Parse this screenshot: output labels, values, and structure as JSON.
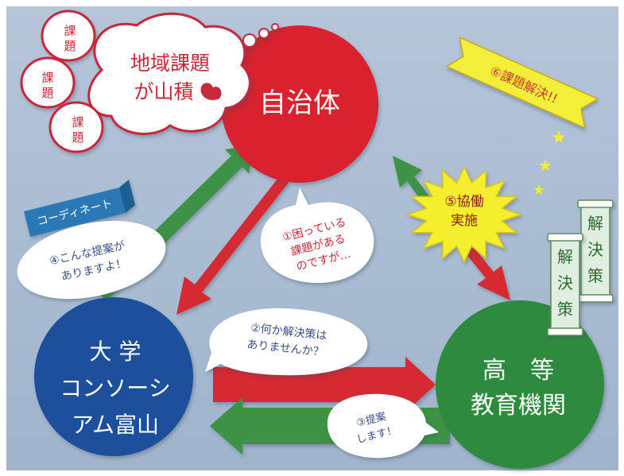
{
  "nodes": {
    "municipality": {
      "label": "自治体",
      "color": "#d9232d"
    },
    "consortium": {
      "lines": [
        "大 学",
        "コンソーシ",
        "アム富山"
      ],
      "color": "#1d4f9c"
    },
    "institutions": {
      "lines": [
        "高　等",
        "教育機関"
      ],
      "color": "#2e8b3e"
    }
  },
  "thought_cloud": {
    "main": [
      "地域課題",
      "が山積"
    ],
    "small_issue": [
      "課",
      "題"
    ]
  },
  "coordinate_flag": "コーディネート",
  "steps": {
    "step1": [
      "①困っている",
      "課題がある",
      "のですが…"
    ],
    "step2": [
      "②何か解決策は",
      "ありませんか？"
    ],
    "step3": [
      "③提案",
      "します！"
    ],
    "step4": [
      "④こんな提案が",
      "ありますよ！"
    ],
    "step5": [
      "⑤協働",
      "実施"
    ],
    "step6": "⑥課題解決!!"
  },
  "scrolls": [
    [
      "解",
      "決",
      "策"
    ],
    [
      "解",
      "決",
      "策"
    ]
  ],
  "colors": {
    "background": "#a7b9cf",
    "red_arrow": "#d52a30",
    "green_arrow": "#3c9245",
    "burst": "#f4ee2e",
    "banner": "#f3ee39",
    "flag": "#2a78b6",
    "scroll": "#dfeedf"
  }
}
